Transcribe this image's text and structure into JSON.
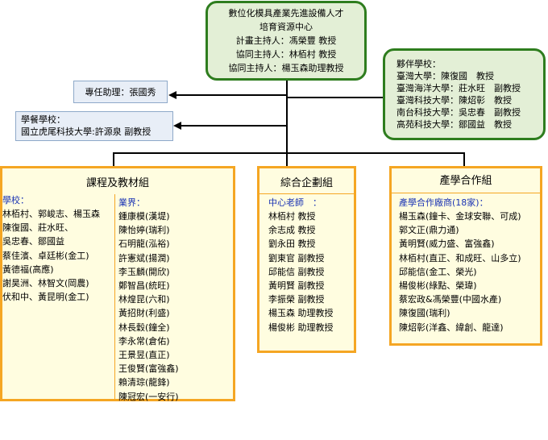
{
  "center": {
    "lines": [
      "數位化模具產業先進設備人才",
      "培育資源中心",
      "計畫主持人：馮榮豐 教授",
      "協同主持人：林栢村 教授",
      "協同主持人：楊玉森助理教授"
    ]
  },
  "assistant": {
    "label": "專任助理：張國秀"
  },
  "school": {
    "title": "學餐學校：",
    "line": "國立虎尾科技大學:許源泉 副教授"
  },
  "partners": {
    "title": "夥伴學校：",
    "items": [
      "臺灣大學：陳復國　教授",
      "臺灣海洋大學：莊水旺　副教授",
      "臺灣科技大學：陳炤彰　教授",
      "南台科技大學：吳忠春　副教授",
      "高苑科技大學：鄒國益　教授"
    ]
  },
  "groups": {
    "curriculum": {
      "title": "課程及教材組",
      "school_title": "學校：",
      "school_members": [
        "林栢村、郭峻志、楊玉森",
        "陳復國、莊水旺、",
        "吳忠春、鄒國益",
        "蔡佳濱、卓廷彬(金工)",
        "黃德福(高應)",
        "謝昊洲、林智文(岡農)",
        "伏和中、黃昆明(金工)"
      ],
      "industry_title": "業界：",
      "industry_members": [
        "鍾康模(漢堤)",
        "陳怡婷(瑞利)",
        "石明龍(泓裕)",
        "許憲斌(揚潤)",
        "李玉麟(開欣)",
        "鄭智昌(統旺)",
        "林煌昆(六和)",
        "黃招財(利盛)",
        "林長穀(鐘全)",
        "李永常(倉佑)",
        "王景昱(直正)",
        "王俊賢(富強鑫)",
        "賴清琮(龍鋒)",
        "陳冠宏(一安行)"
      ]
    },
    "planning": {
      "title": "綜合企劃組",
      "teachers_title": "中心老師　：",
      "teachers": [
        "林栢村 教授",
        "余志成 教授",
        "劉永田 教授",
        "劉東官 副教授",
        "邱能信 副教授",
        "黃明賢 副教授",
        "李振榮 副教授",
        "楊玉森 助理教授",
        "楊俊彬 助理教授"
      ]
    },
    "industry": {
      "title": "產學合作組",
      "vendors_title": "產學合作廠商(18家)：",
      "vendors": [
        "楊玉森(鐘卡、金球安聯、可成)",
        "郭文正(鼎力通)",
        "黃明賢(威力盛、富強鑫)",
        "林栢村(直正、和成旺、山多立)",
        "邱能信(金工、榮光)",
        "楊俊彬(綠點、榮瑋)",
        "蔡宏政&馮榮豐(中國水產)",
        "陳復國(瑞利)",
        "陳炤彰(洋鑫、緯創、龍達)"
      ]
    }
  },
  "colors": {
    "green_border": "#2e7d1e",
    "green_fill": "#e3efd6",
    "orange_border": "#f5a623",
    "title_blue": "#1a33b3"
  }
}
